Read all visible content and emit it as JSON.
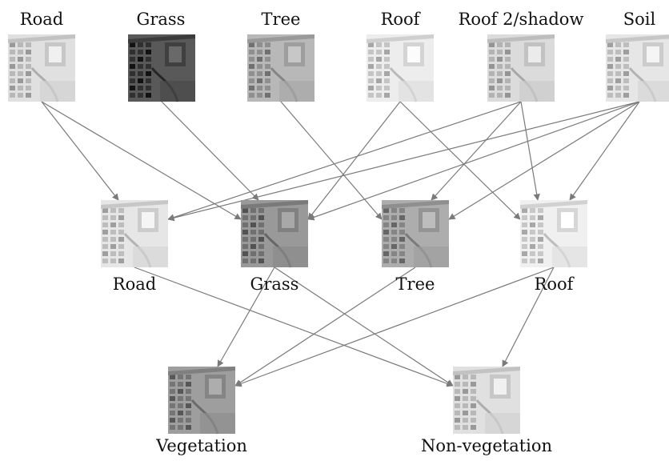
{
  "diagram": {
    "levels": [
      {
        "id": "endmembers",
        "nodes": [
          {
            "id": "road1",
            "label": "Road",
            "tone": 0.88
          },
          {
            "id": "grass1",
            "label": "Grass",
            "tone": 0.35
          },
          {
            "id": "tree1",
            "label": "Tree",
            "tone": 0.72
          },
          {
            "id": "roof1",
            "label": "Roof",
            "tone": 0.93
          },
          {
            "id": "shadow1",
            "label": "Roof 2/shadow",
            "tone": 0.86
          },
          {
            "id": "soil1",
            "label": "Soil",
            "tone": 0.9
          }
        ]
      },
      {
        "id": "classes",
        "nodes": [
          {
            "id": "road2",
            "label": "Road",
            "tone": 0.9
          },
          {
            "id": "grass2",
            "label": "Grass",
            "tone": 0.6
          },
          {
            "id": "tree2",
            "label": "Tree",
            "tone": 0.68
          },
          {
            "id": "roof2",
            "label": "Roof",
            "tone": 0.94
          }
        ]
      },
      {
        "id": "groups",
        "nodes": [
          {
            "id": "veg",
            "label": "Vegetation",
            "tone": 0.62
          },
          {
            "id": "nonveg",
            "label": "Non-vegetation",
            "tone": 0.88
          }
        ]
      }
    ],
    "edges": [
      [
        "road1",
        "road2"
      ],
      [
        "road1",
        "grass2"
      ],
      [
        "grass1",
        "grass2"
      ],
      [
        "tree1",
        "tree2"
      ],
      [
        "roof1",
        "grass2"
      ],
      [
        "roof1",
        "roof2"
      ],
      [
        "shadow1",
        "road2"
      ],
      [
        "shadow1",
        "tree2"
      ],
      [
        "shadow1",
        "roof2"
      ],
      [
        "soil1",
        "road2"
      ],
      [
        "soil1",
        "grass2"
      ],
      [
        "soil1",
        "tree2"
      ],
      [
        "soil1",
        "roof2"
      ],
      [
        "road2",
        "nonveg"
      ],
      [
        "grass2",
        "veg"
      ],
      [
        "grass2",
        "nonveg"
      ],
      [
        "tree2",
        "veg"
      ],
      [
        "roof2",
        "veg"
      ],
      [
        "roof2",
        "nonveg"
      ]
    ],
    "colors": {
      "arrow": "#7a7a7a",
      "text": "#111111"
    }
  }
}
